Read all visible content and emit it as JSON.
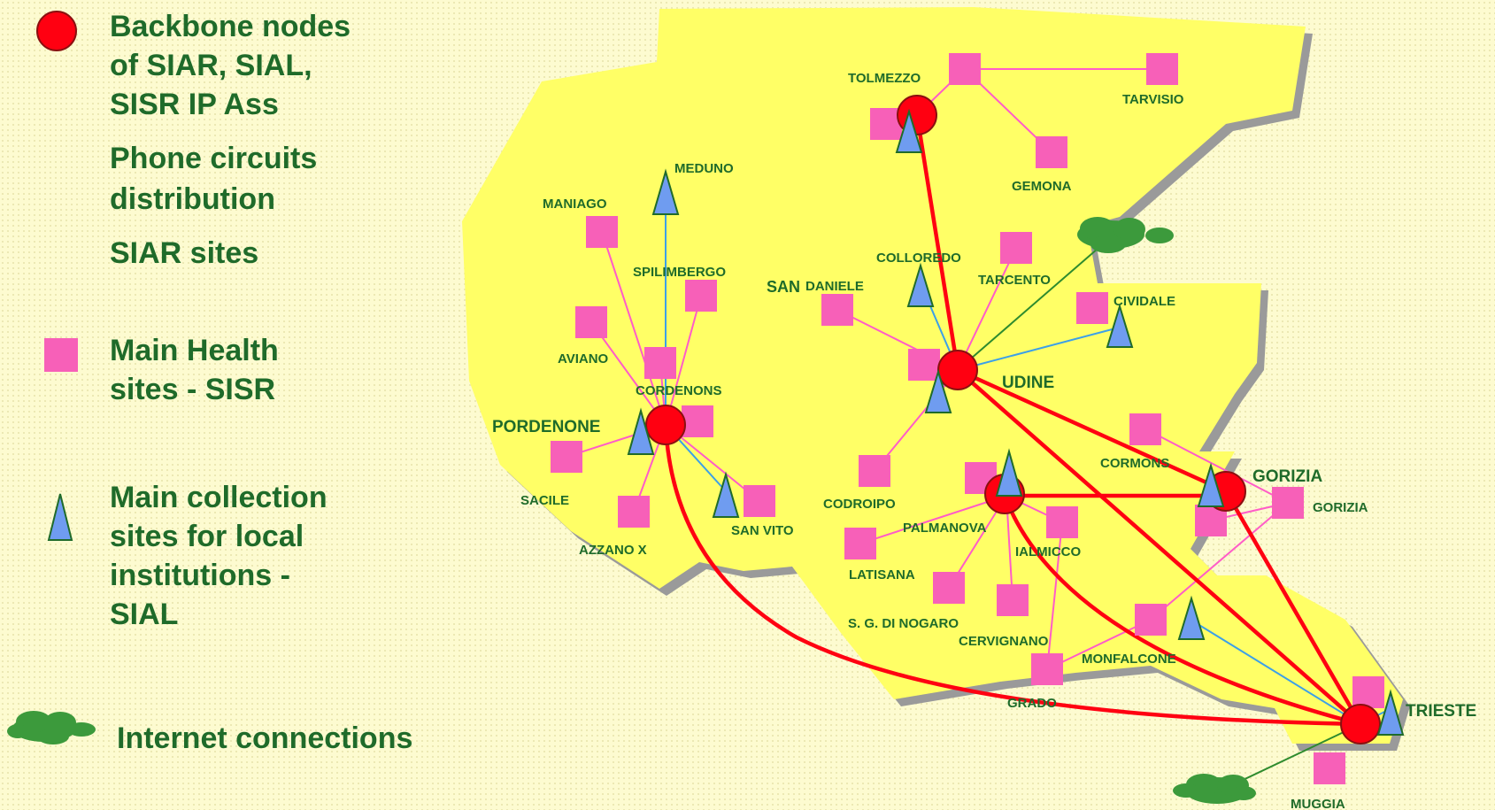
{
  "legend": {
    "backbone": "Backbone nodes of SIAR, SIAL, SISR  IP Ass",
    "backbone_lines": [
      "Backbone nodes",
      "of SIAR, SIAL,",
      "SISR  IP Ass"
    ],
    "phone_lines": [
      "Phone circuits",
      "distribution"
    ],
    "siar": "SIAR sites",
    "health_lines": [
      "Main Health",
      "sites -  SISR"
    ],
    "collection_lines": [
      "Main collection",
      "sites for local",
      "institutions -",
      "SIAL"
    ],
    "internet": "Internet connections"
  },
  "colors": {
    "land": "#ffff66",
    "backbone": "#ff0011",
    "health": "#f760b8",
    "collection": "#6f9cf0",
    "internet": "#3c9a3c",
    "label": "#1f6b2a",
    "pink_link": "#ff5cc8",
    "blue_link": "#3ca0e8",
    "green_link": "#2e8b2e"
  },
  "labels": {
    "tolmezzo": "TOLMEZZO",
    "tarvisio": "TARVISIO",
    "gemona": "GEMONA",
    "meduno": "MEDUNO",
    "maniago": "MANIAGO",
    "spilimbergo": "SPILIMBERGO",
    "colloredo": "COLLOREDO",
    "san": "SAN",
    "san_daniele": "DANIELE",
    "tarcento": "TARCENTO",
    "cividale": "CIVIDALE",
    "aviano": "AVIANO",
    "cordenons": "CORDENONS",
    "udine": "UDINE",
    "pordenone": "PORDENONE",
    "cormons": "CORMONS",
    "gorizia_main": "GORIZIA",
    "gorizia": "GORIZIA",
    "sacile": "SACILE",
    "san_vito": "SAN VITO",
    "codroipo": "CODROIPO",
    "palmanova": "PALMANOVA",
    "azzano": "AZZANO X",
    "ialmicco": "IALMICCO",
    "latisana": "LATISANA",
    "nogaro": "S. G. DI NOGARO",
    "cervignano": "CERVIGNANO",
    "monfalcone": "MONFALCONE",
    "grado": "GRADO",
    "trieste": "TRIESTE",
    "muggia": "MUGGIA"
  }
}
